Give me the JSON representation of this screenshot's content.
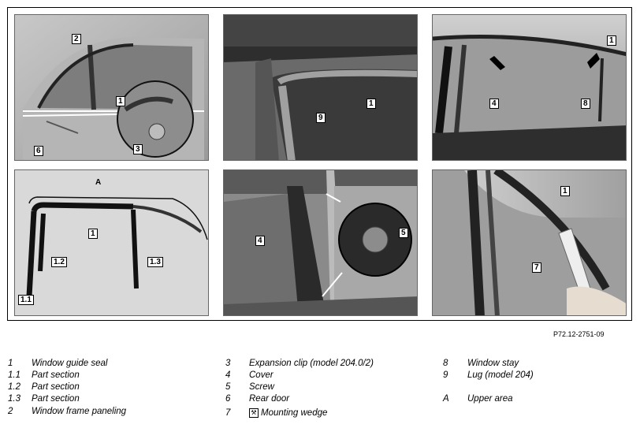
{
  "figure": {
    "reference": "P72.12-2751-09",
    "panels": [
      {
        "id": "top-left",
        "callouts": [
          "2",
          "1",
          "3",
          "6"
        ]
      },
      {
        "id": "top-middle",
        "callouts": [
          "1",
          "9"
        ]
      },
      {
        "id": "top-right",
        "callouts": [
          "1",
          "4",
          "8"
        ]
      },
      {
        "id": "bottom-left",
        "callouts": [
          "A",
          "1",
          "1.2",
          "1.3",
          "1.1"
        ]
      },
      {
        "id": "bottom-middle",
        "callouts": [
          "4",
          "5"
        ]
      },
      {
        "id": "bottom-right",
        "callouts": [
          "1",
          "7"
        ]
      }
    ]
  },
  "legend": {
    "col1": [
      {
        "num": "1",
        "text": "Window guide seal"
      },
      {
        "num": "1.1",
        "text": "Part section"
      },
      {
        "num": "1.2",
        "text": "Part section"
      },
      {
        "num": "1.3",
        "text": "Part section"
      },
      {
        "num": "2",
        "text": "Window frame paneling"
      }
    ],
    "col2": [
      {
        "num": "3",
        "text": "Expansion clip (model 204.0/2)"
      },
      {
        "num": "4",
        "text": "Cover"
      },
      {
        "num": "5",
        "text": "Screw"
      },
      {
        "num": "6",
        "text": "Rear door"
      },
      {
        "num": "7",
        "text": "Mounting wedge"
      }
    ],
    "col3": [
      {
        "num": "8",
        "text": "Window stay"
      },
      {
        "num": "9",
        "text": "Lug (model 204)"
      },
      {
        "num": "A",
        "text": "Upper area"
      }
    ]
  }
}
